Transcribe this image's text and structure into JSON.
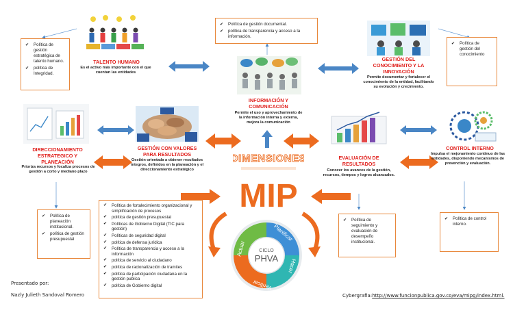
{
  "nodes": {
    "talento": {
      "title": "TALENTO HUMANO",
      "desc": "Es el activo más importante con el que cuentan las entidades",
      "policies": [
        "Política de gestión estratégica de talento humano.",
        "política de Integridad."
      ]
    },
    "informacion": {
      "title": "INFORMACIÓN Y COMUNICACIÓN",
      "desc": "Permite el uso y aprovechamiento de la información interna y externa, mejora la comunicación",
      "policies": [
        "Política de gestión documental.",
        "política de transparencia y acceso a la información."
      ]
    },
    "conocimiento": {
      "title": "GESTIÓN DEL CONOCIMIENTO Y LA INNOVACIÓN",
      "desc": "Permite documentar y fortalecer el conocimiento de la entidad, facilitando su evolución y crecimiento.",
      "policies": [
        "Política de gestión del conocimiento"
      ]
    },
    "direccionamiento": {
      "title": "DIRECCIONAMIENTO ESTRATEGICO Y PLANEACIÓN",
      "desc": "Prioriza recursos y focaliza procesos de gestión a corto y mediano plazo",
      "policies": [
        "Política de planeación institucional.",
        "política de gestión presupuestal"
      ]
    },
    "gestion_valores": {
      "title": "GESTIÓN CON VALORES PARA RESULTADOS",
      "desc": "Gestión orientada a obtener resultados íntegros, definidos en la planeación y el direccionamiento estratégico",
      "policies": [
        "Política de fortalecimiento organizacional y simplificación de procesos",
        "política de gestión presupuestal",
        "Políticas de Gobierno Digital (TIC para gestión)",
        "Políticas de seguridad digital",
        "política de defensa jurídica",
        "Política de transparencia y acceso a la información",
        "política de servicio al ciudadano",
        "política de racionalización de tramites",
        "política de participación ciudadana en la gestión publica",
        "política de Gobierno digital"
      ]
    },
    "evaluacion": {
      "title": "EVALUACIÓN DE RESULTADOS",
      "desc": "Conocer los avances de la gestión, recursos, tiempos y logros alcanzados.",
      "policies": [
        "Política de seguimiento y evaluación de desempeño institucional."
      ]
    },
    "control": {
      "title": "CONTROL INTERNO",
      "desc": "Impulsa el mejoramiento continuo de las entidades, disponiendo mecanismos de prevención y evaluación.",
      "policies": [
        "Política de control interno."
      ]
    }
  },
  "center": {
    "dimensiones": "DIMENSIONES",
    "mip": "MIP",
    "cycle_top": "CICLO",
    "cycle_main": "PHVA",
    "segments": [
      "Planificar",
      "Hacer",
      "Verificar",
      "Actuar"
    ]
  },
  "footer": {
    "presented_label": "Presentado por:",
    "author": "Nazly Julieth Sandoval Romero",
    "cyber_label": "Cybergrafia:",
    "cyber_url": "http://www.funcionpublica.gov.co/eva/mipg/index.html."
  },
  "colors": {
    "title_red": "#e0201c",
    "arrow_blue": "#4a86c5",
    "arrow_orange": "#ec6b1f",
    "mip_orange": "#ec6b1f",
    "plan_blue": "#3e8fd6",
    "hacer_teal": "#2fb6b2",
    "verificar_orange": "#ec6b1f",
    "actuar_green": "#6fbb45"
  }
}
